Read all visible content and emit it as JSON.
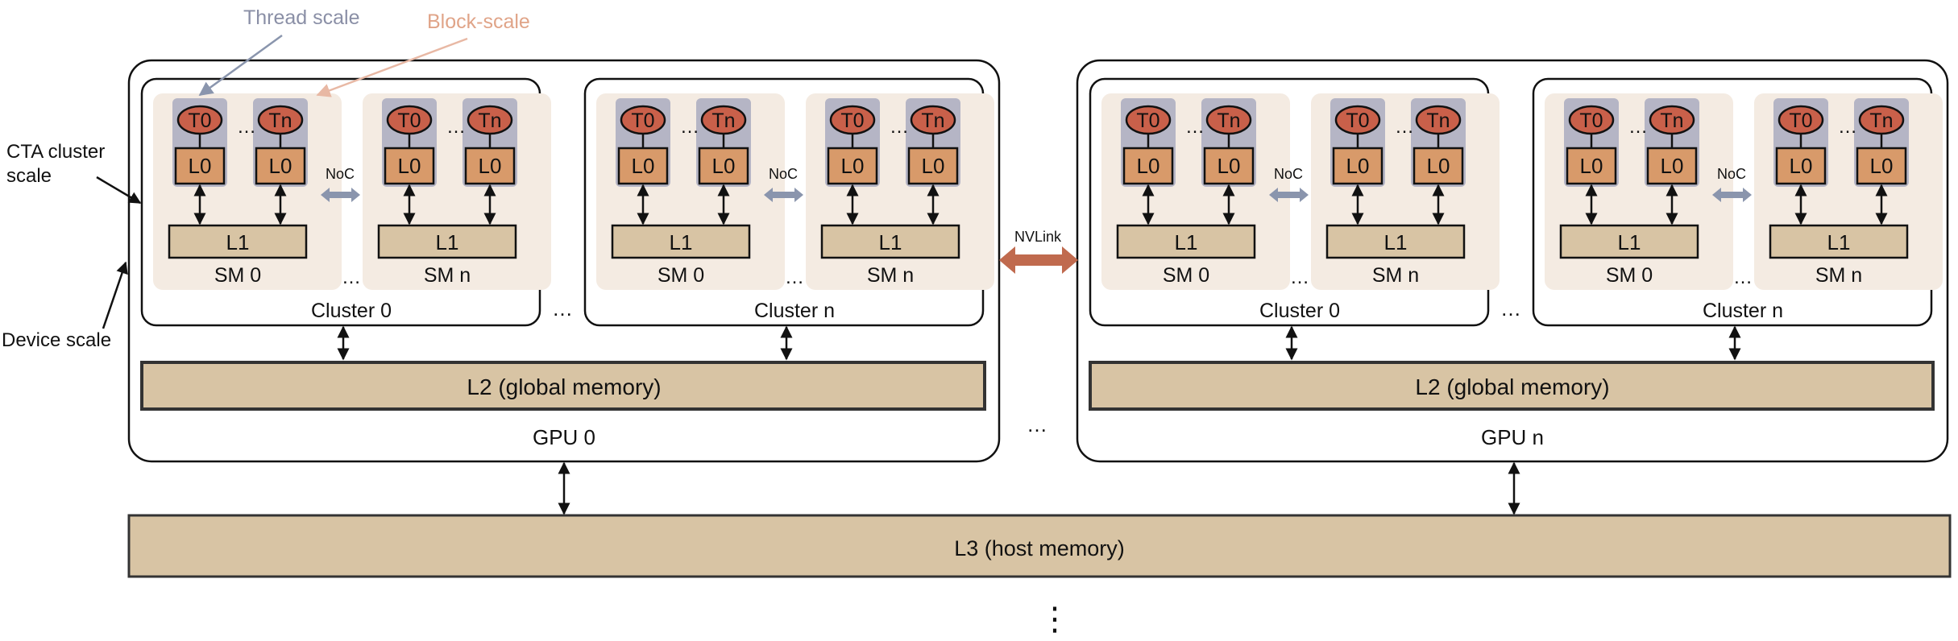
{
  "annotations": {
    "thread_scale": "Thread scale",
    "block_scale": "Block-scale",
    "cta_cluster_scale_line1": "CTA cluster",
    "cta_cluster_scale_line2": "scale",
    "device_scale": "Device scale"
  },
  "labels": {
    "thread_first": "T0",
    "thread_last": "Tn",
    "l0": "L0",
    "l1": "L1",
    "sm_first": "SM 0",
    "sm_last": "SM n",
    "noc": "NoC",
    "cluster_first": "Cluster 0",
    "cluster_last": "Cluster n",
    "l2": "L2 (global memory)",
    "ellipsis": "…",
    "vertical_ellipsis": "⋮"
  },
  "gpus": [
    {
      "label": "GPU 0"
    },
    {
      "label": "GPU n"
    }
  ],
  "interconnect": "NVLink",
  "host_memory": "L3 (host memory)",
  "colors": {
    "thread_fill": "#c9604a",
    "l0_fill": "#d89a6a",
    "cache_fill": "#d8c4a4",
    "sm_bg": "#f4ebe2",
    "thread_lane": "#b5b5c5",
    "noc_arrow": "#8a95ad",
    "nvlink_arrow": "#c06a4e",
    "thread_scale_text": "#8a8fa6",
    "block_scale_text": "#e0a488"
  }
}
